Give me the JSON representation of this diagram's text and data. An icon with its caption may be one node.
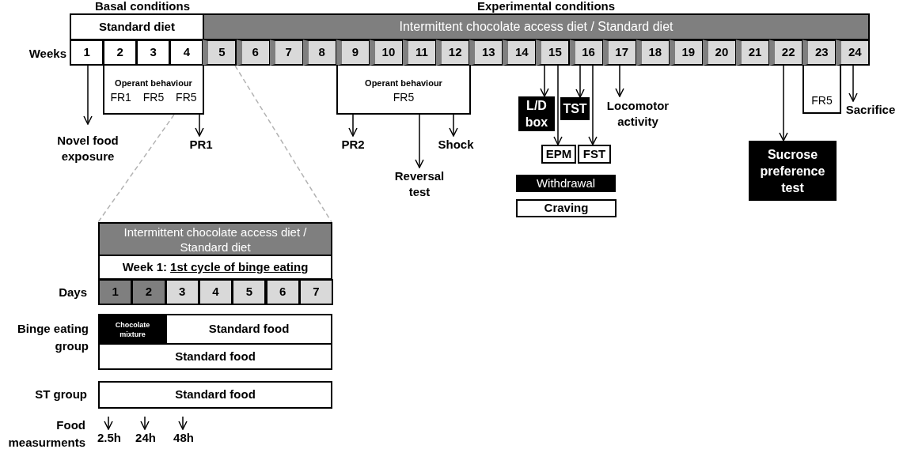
{
  "diagram": {
    "nodes": [
      {
        "text": [
          "Standard diet"
        ]
      },
      {
        "text": [
          "Intermittent chocolate access diet / Standard diet"
        ]
      },
      {
        "text": [
          "1"
        ]
      },
      {
        "text": [
          "2"
        ]
      },
      {
        "text": [
          "3"
        ]
      },
      {
        "text": [
          "4"
        ]
      },
      {
        "text": [
          "5"
        ]
      },
      {
        "text": [
          "6"
        ]
      },
      {
        "text": [
          "7"
        ]
      },
      {
        "text": [
          "8"
        ]
      },
      {
        "text": [
          "9"
        ]
      },
      {
        "text": [
          "10"
        ]
      },
      {
        "text": [
          "11"
        ]
      },
      {
        "text": [
          "12"
        ]
      },
      {
        "text": [
          "13"
        ]
      },
      {
        "text": [
          "14"
        ]
      },
      {
        "text": [
          "15"
        ]
      },
      {
        "text": [
          "16"
        ]
      },
      {
        "text": [
          "17"
        ]
      },
      {
        "text": [
          "18"
        ]
      },
      {
        "text": [
          "19"
        ]
      },
      {
        "text": [
          "20"
        ]
      },
      {
        "text": [
          "21"
        ]
      },
      {
        "text": [
          "22"
        ]
      },
      {
        "text": [
          "23"
        ]
      },
      {
        "text": [
          "24"
        ]
      },
      {
        "text": [
          "Operant behaviour",
          "FR1",
          "FR5",
          "FR5"
        ]
      },
      {
        "text": [
          "Novel food exposure"
        ]
      },
      {
        "text": [
          "PR1"
        ]
      },
      {
        "text": [
          "Operant behaviour",
          "FR5"
        ]
      },
      {
        "text": [
          "PR2"
        ]
      },
      {
        "text": [
          "Reversal test"
        ]
      },
      {
        "text": [
          "Shock"
        ]
      },
      {
        "text": [
          "L/D box"
        ]
      },
      {
        "text": [
          "TST"
        ]
      },
      {
        "text": [
          "Locomotor activity"
        ]
      },
      {
        "text": [
          "EPM"
        ]
      },
      {
        "text": [
          "FST"
        ]
      },
      {
        "text": [
          "Withdrawal"
        ]
      },
      {
        "text": [
          "Craving"
        ]
      },
      {
        "text": [
          "Sucrose preference test"
        ]
      },
      {
        "text": [
          "FR5"
        ]
      },
      {
        "text": [
          "Sacrifice"
        ]
      },
      {
        "text": [
          "Intermittent chocolate access diet / Standard diet"
        ]
      },
      {
        "text": [
          "Week 1:",
          "1st cycle of binge eating"
        ]
      },
      {
        "text": [
          "1"
        ]
      },
      {
        "text": [
          "2"
        ]
      },
      {
        "text": [
          "3"
        ]
      },
      {
        "text": [
          "4"
        ]
      },
      {
        "text": [
          "5"
        ]
      },
      {
        "text": [
          "6"
        ]
      },
      {
        "text": [
          "7"
        ]
      },
      {
        "text": [
          "Chocolate mixture"
        ]
      },
      {
        "text": [
          "Standard food"
        ]
      },
      {
        "text": [
          "Standard food"
        ]
      },
      {
        "text": [
          "Standard food"
        ]
      },
      {
        "text": [
          "2.5h"
        ]
      },
      {
        "text": [
          "24h"
        ]
      },
      {
        "text": [
          "48h"
        ]
      }
    ],
    "edges": [
      {
        "from": 2,
        "to": 27,
        "arrow": "to"
      },
      {
        "from": 26,
        "to": 28,
        "arrow": "to"
      },
      {
        "from": 29,
        "to": 30,
        "arrow": "to"
      },
      {
        "from": 29,
        "to": 31,
        "arrow": "to"
      },
      {
        "from": 29,
        "to": 32,
        "arrow": "to"
      },
      {
        "from": 16,
        "to": 33,
        "arrow": "to"
      },
      {
        "from": 16,
        "to": 36,
        "arrow": "to"
      },
      {
        "from": 17,
        "to": 34,
        "arrow": "to"
      },
      {
        "from": 17,
        "to": 37,
        "arrow": "to"
      },
      {
        "from": 18,
        "to": 35,
        "arrow": "to"
      },
      {
        "from": 23,
        "to": 40,
        "arrow": "to"
      },
      {
        "from": 25,
        "to": 42,
        "arrow": "to"
      },
      {
        "from": null,
        "to": 56,
        "arrow": "to"
      },
      {
        "from": null,
        "to": 57,
        "arrow": "to"
      },
      {
        "from": null,
        "to": 58,
        "arrow": "to"
      },
      {
        "from": 26,
        "to": 43,
        "arrow": "none",
        "style": "dashed",
        "color": "#b3b3b3"
      },
      {
        "from": 6,
        "to": 43,
        "arrow": "none",
        "style": "dashed",
        "color": "#b3b3b3"
      }
    ],
    "labels": [
      "Basal conditions",
      "Experimental conditions",
      "Weeks",
      "Days",
      "Binge eating group",
      "ST group",
      "Food measurments"
    ]
  }
}
